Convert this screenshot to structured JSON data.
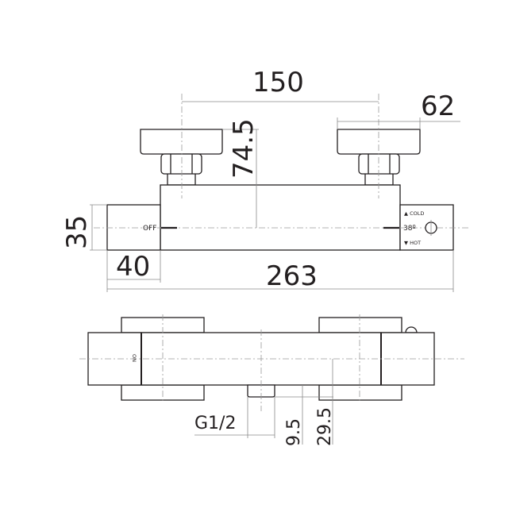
{
  "dimensions": {
    "knob_spacing": "150",
    "knob_width": "62",
    "height_to_knob": "74.5",
    "body_height": "35",
    "end_cap_width": "40",
    "overall_length": "263",
    "outlet_thread": "G1/2",
    "outlet_length": "9.5",
    "outlet_offset": "29.5"
  },
  "labels": {
    "off": "OFF",
    "on": "ON",
    "cold": "▲ COLD",
    "temp": "38º",
    "hot": "▼ HOT"
  }
}
